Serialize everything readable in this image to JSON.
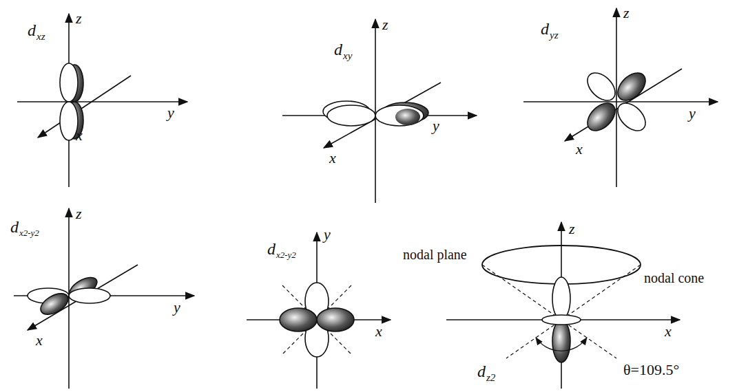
{
  "diagram": {
    "labels": [
      "d",
      "xz",
      "z",
      "y",
      "x",
      "d",
      "xy",
      "z",
      "y",
      "x",
      "d",
      "yz",
      "z",
      "y",
      "x",
      "d",
      "x2-y2",
      "z",
      "y",
      "x",
      "d",
      "x2-y2",
      "y",
      "nodal plane",
      "x",
      "z",
      "nodal cone",
      "x",
      "d",
      "z2",
      "θ=109.5°"
    ]
  }
}
